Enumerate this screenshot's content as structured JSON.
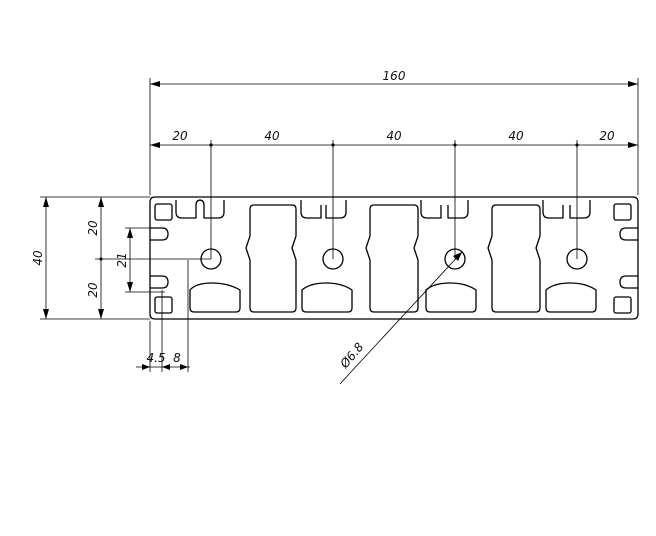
{
  "drawing": {
    "title": "",
    "dimensions": {
      "overall_width": "160",
      "spacing_left": "20",
      "spacing_mid_1": "40",
      "spacing_mid_2": "40",
      "spacing_mid_3": "40",
      "spacing_right": "20",
      "overall_height": "40",
      "half_height_top": "20",
      "half_height_bottom": "20",
      "slot_opening": "21",
      "slot_depth": "4.5",
      "slot_offset": "8",
      "hole_diameter": "Ø6.8"
    },
    "line_color": "#000000",
    "background": "#ffffff"
  }
}
